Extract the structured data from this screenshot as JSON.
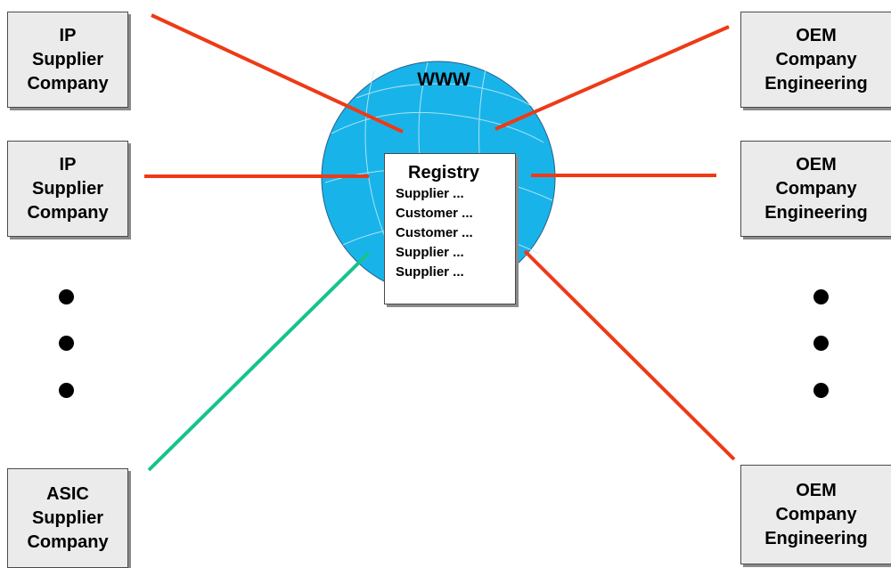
{
  "colors": {
    "red_link": "#ee3a16",
    "green_link": "#15c38f",
    "globe": "#18b4e9",
    "box_fill": "#ebebeb"
  },
  "left_nodes": [
    {
      "lines": [
        "IP",
        "Supplier",
        "Company"
      ]
    },
    {
      "lines": [
        "IP",
        "Supplier",
        "Company"
      ]
    },
    {
      "lines": [
        "ASIC",
        "Supplier",
        "Company"
      ]
    }
  ],
  "right_nodes": [
    {
      "lines": [
        "OEM",
        "Company",
        "Engineering"
      ]
    },
    {
      "lines": [
        "OEM",
        "Company",
        "Engineering"
      ]
    },
    {
      "lines": [
        "OEM",
        "Company",
        "Engineering"
      ]
    }
  ],
  "globe": {
    "label": "WWW"
  },
  "registry": {
    "title": "Registry",
    "entries": [
      "Supplier ...",
      "Customer ...",
      "Customer ...",
      "Supplier ...",
      "Supplier ..."
    ]
  }
}
